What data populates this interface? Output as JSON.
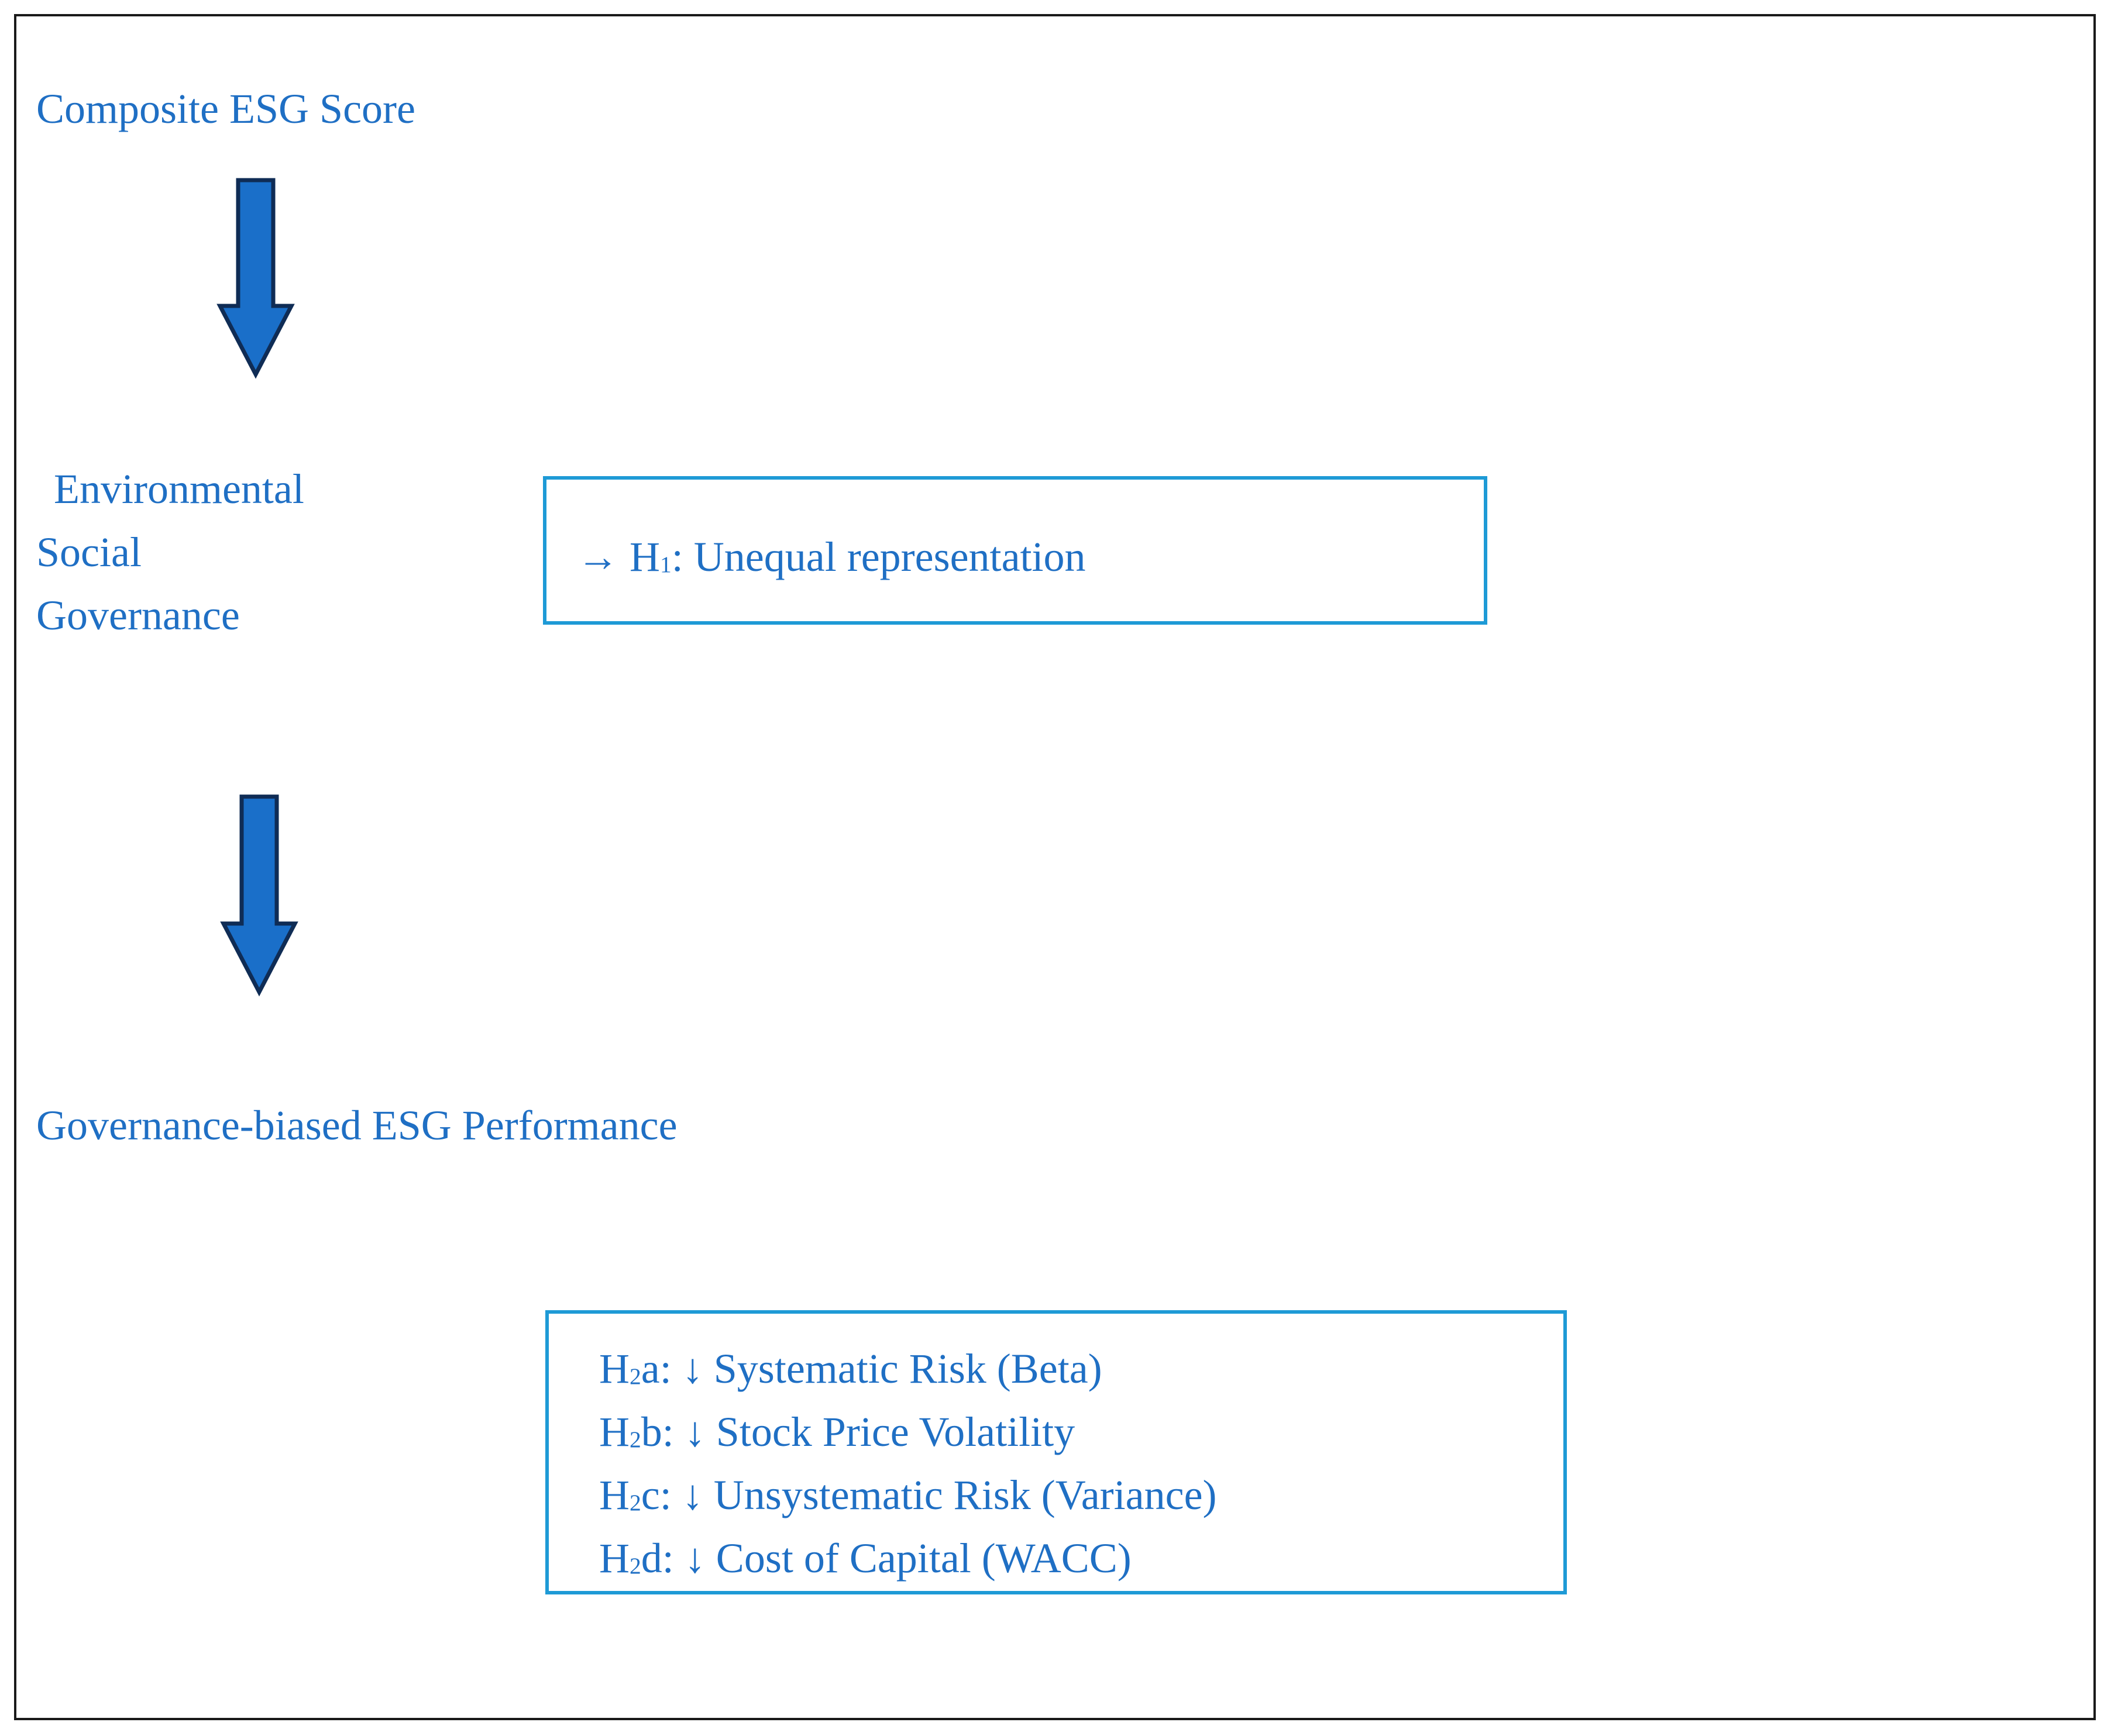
{
  "diagram": {
    "top_label": "Composite ESG Score",
    "pillars": [
      "Environmental",
      "Social",
      "Governance"
    ],
    "h1": {
      "prefix": "→ H",
      "subscript": "1",
      "text": ": Unequal representation"
    },
    "bottom_label": "Governance-biased ESG Performance",
    "h2": [
      {
        "prefix": "H",
        "subscript": "2",
        "text": "a: ↓ Systematic Risk (Beta)"
      },
      {
        "prefix": "H",
        "subscript": "2",
        "text": "b: ↓ Stock Price Volatility"
      },
      {
        "prefix": "H",
        "subscript": "2",
        "text": "c: ↓ Unsystematic Risk (Variance)"
      },
      {
        "prefix": "H",
        "subscript": "2",
        "text": "d: ↓ Cost of Capital (WACC)"
      }
    ]
  },
  "colors": {
    "text": "#1f6fc4",
    "box_border": "#1e9ad6",
    "arrow_fill": "#1a6fc9",
    "arrow_stroke": "#0f2c55",
    "frame": "#1a1a1a"
  }
}
